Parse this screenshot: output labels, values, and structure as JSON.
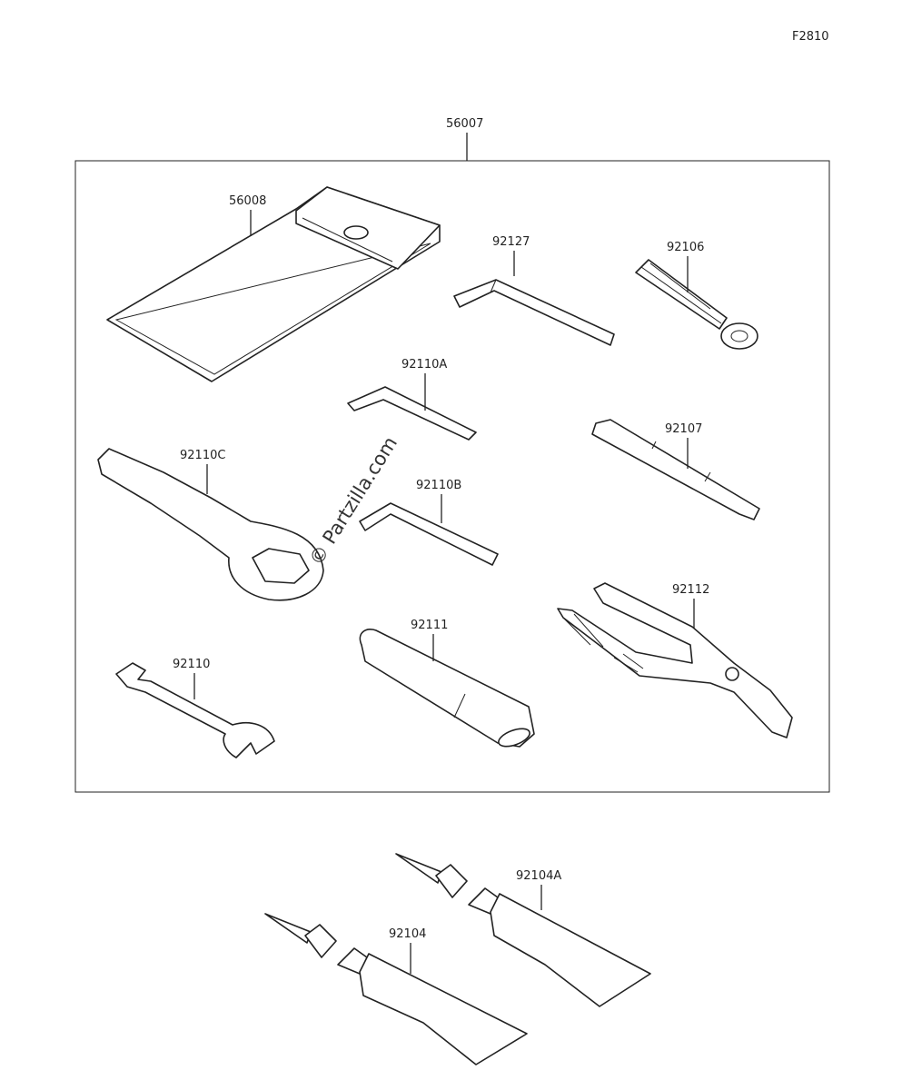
{
  "figure_code": "F2810",
  "kit": {
    "part_no": "56007"
  },
  "parts": {
    "bag": "56008",
    "hex_key_1": "92127",
    "cap_socket": "92106",
    "hex_key_a": "92110A",
    "screwdriver": "92107",
    "ring_wrench": "92110C",
    "hex_key_b": "92110B",
    "pliers": "92112",
    "handle_tube": "92111",
    "open_wrench": "92110",
    "tube_a": "92104A",
    "tube": "92104"
  },
  "watermark": "© Partzilla.com"
}
